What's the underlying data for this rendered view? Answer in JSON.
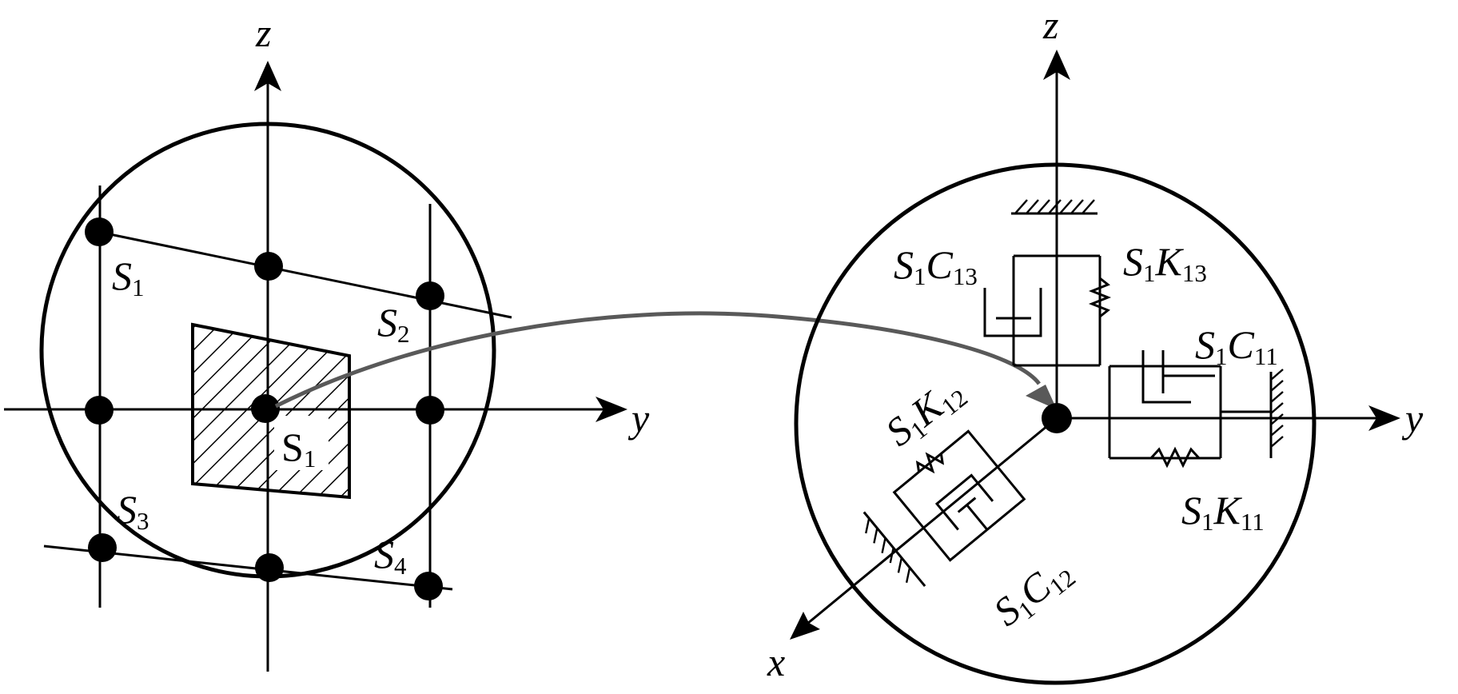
{
  "left_panel": {
    "axis_z": "z",
    "axis_y": "y",
    "node_labels": [
      {
        "base": "S",
        "sub": "1"
      },
      {
        "base": "S",
        "sub": "2"
      },
      {
        "base": "S",
        "sub": "3"
      },
      {
        "base": "S",
        "sub": "4"
      }
    ],
    "center_label": {
      "base": "S",
      "sub": "1"
    }
  },
  "right_panel": {
    "axis_z": "z",
    "axis_y": "y",
    "axis_x": "x",
    "elements": {
      "c13": {
        "s": "S",
        "s_sub": "1",
        "sym": "C",
        "sym_sub": "13"
      },
      "k13": {
        "s": "S",
        "s_sub": "1",
        "sym": "K",
        "sym_sub": "13"
      },
      "c11": {
        "s": "S",
        "s_sub": "1",
        "sym": "C",
        "sym_sub": "11"
      },
      "k11": {
        "s": "S",
        "s_sub": "1",
        "sym": "K",
        "sym_sub": "11"
      },
      "k12": {
        "s": "S",
        "s_sub": "1",
        "sym": "K",
        "sym_sub": "12"
      },
      "c12": {
        "s": "S",
        "s_sub": "1",
        "sym": "C",
        "sym_sub": "12"
      }
    }
  },
  "colors": {
    "line": "#000000",
    "connector_arrow": "#595959",
    "background": "#ffffff"
  }
}
